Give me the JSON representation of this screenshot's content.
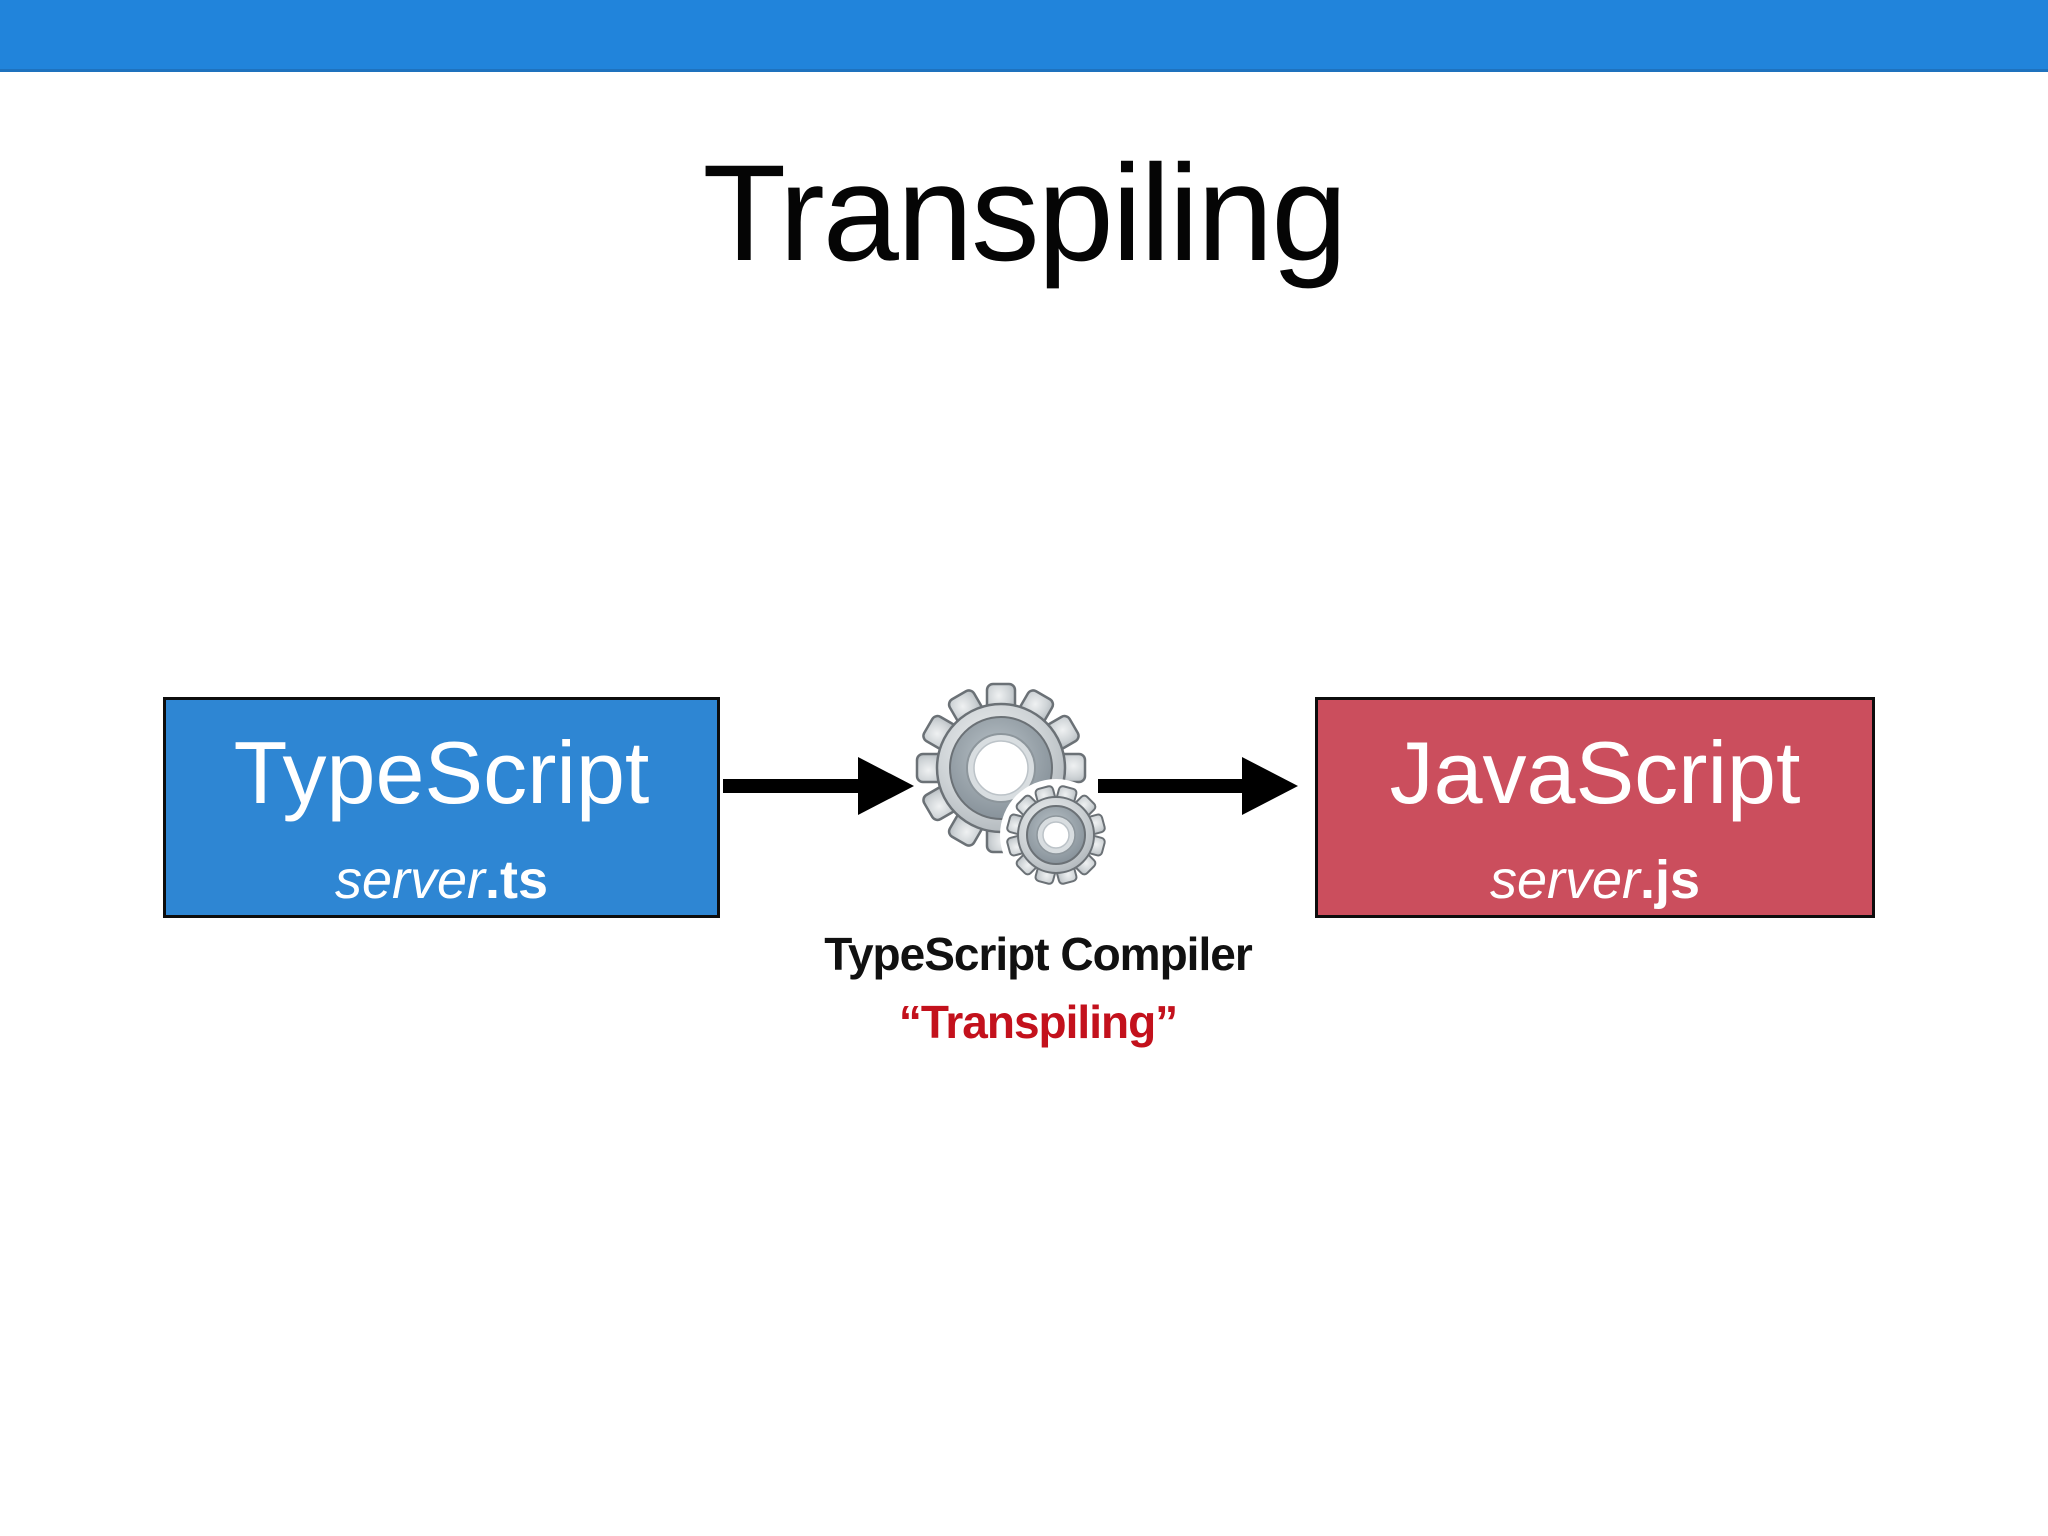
{
  "slide": {
    "title": "Transpiling",
    "background_color": "#FFFFFF",
    "top_bar_color": "#2184DB",
    "top_bar_edge_color": "#1E72BE"
  },
  "diagram": {
    "source_box": {
      "label": "TypeScript",
      "file_base": "server",
      "file_ext": ".ts",
      "bg_color": "#2E86D3",
      "border_color": "#0D0D0D",
      "text_color": "#FFFFFF"
    },
    "target_box": {
      "label": "JavaScript",
      "file_base": "server",
      "file_ext": ".js",
      "bg_color": "#CB4E5D",
      "border_color": "#0D0D0D",
      "text_color": "#FFFFFF"
    },
    "compiler": {
      "icon": "gears-icon",
      "name": "TypeScript Compiler",
      "nickname": "“Transpiling”",
      "name_color": "#111111",
      "nickname_color": "#C3111C"
    },
    "arrow_color": "#000000"
  }
}
